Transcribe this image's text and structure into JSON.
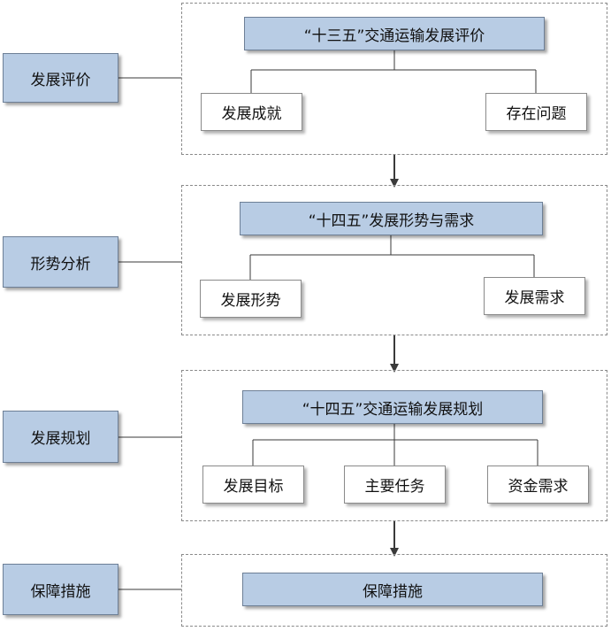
{
  "stages": [
    {
      "side_label": "发展评价",
      "head": "“十三五”交通运输发展评价",
      "children": [
        "发展成就",
        "存在问题"
      ]
    },
    {
      "side_label": "形势分析",
      "head": "“十四五”发展形势与需求",
      "children": [
        "发展形势",
        "发展需求"
      ]
    },
    {
      "side_label": "发展规划",
      "head": "“十四五”交通运输发展规划",
      "children": [
        "发展目标",
        "主要任务",
        "资金需求"
      ]
    },
    {
      "side_label": "保障措施",
      "head": "保障措施",
      "children": []
    }
  ],
  "colors": {
    "box_fill": "#b8cce4",
    "box_border": "#6d7f96",
    "line": "#3a3a3a",
    "dashed_border": "#8a8a8a"
  }
}
